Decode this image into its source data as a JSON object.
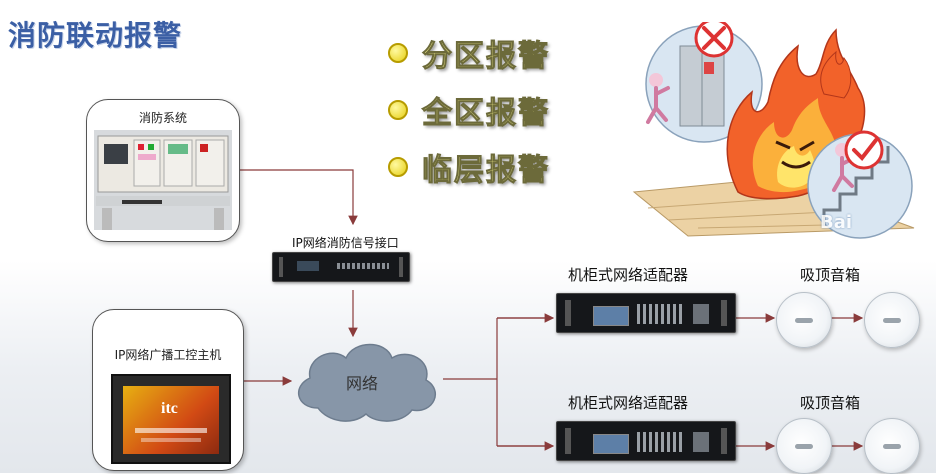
{
  "title": "消防联动报警",
  "bullets": [
    "分区报警",
    "全区报警",
    "临层报警"
  ],
  "fire_system": {
    "label": "消防系统"
  },
  "ip_interface": {
    "label": "IP网络消防信号接口"
  },
  "host": {
    "label": "IP网络广播工控主机",
    "logo": "itc"
  },
  "network": {
    "label": "网络"
  },
  "adapter_top": {
    "label": "机柜式网络适配器"
  },
  "adapter_bottom": {
    "label": "机柜式网络适配器"
  },
  "speakers_top": {
    "label": "吸顶音箱"
  },
  "speakers_bottom": {
    "label": "吸顶音箱"
  },
  "watermark": "Bai",
  "colors": {
    "title": "#3b5fa5",
    "arrow": "#8a3b3b",
    "bullet_text": "#f6f28c",
    "cloud": "#8796a8"
  }
}
